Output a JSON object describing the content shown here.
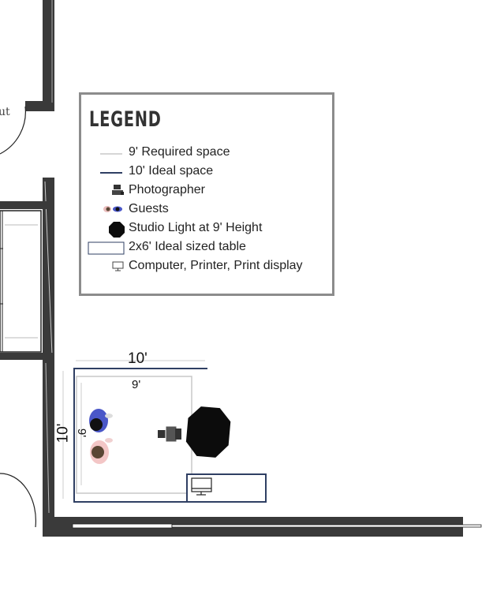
{
  "floorplan": {
    "door_label_partial": "ut",
    "dimension_outer_horizontal": "10'",
    "dimension_inner_horizontal": "9'",
    "dimension_outer_vertical": "10'",
    "dimension_inner_vertical": "9'"
  },
  "legend": {
    "title": "LEGEND",
    "items": [
      {
        "label": "9' Required space",
        "icon": "light-gray-line-icon"
      },
      {
        "label": "10' Ideal space",
        "icon": "dark-blue-line-icon"
      },
      {
        "label": "Photographer",
        "icon": "photographer-icon"
      },
      {
        "label": "Guests",
        "icon": "guests-icon"
      },
      {
        "label": "Studio Light at 9' Height",
        "icon": "studio-light-icon"
      },
      {
        "label": "2x6' Ideal sized table",
        "icon": "table-icon"
      },
      {
        "label": "Computer, Printer, Print display",
        "icon": "computer-icon"
      }
    ]
  },
  "colors": {
    "required_space": "#c8c8c8",
    "ideal_space": "#2f3f63",
    "wall": "#3a3a3a",
    "legend_border": "#8c8c8c"
  }
}
